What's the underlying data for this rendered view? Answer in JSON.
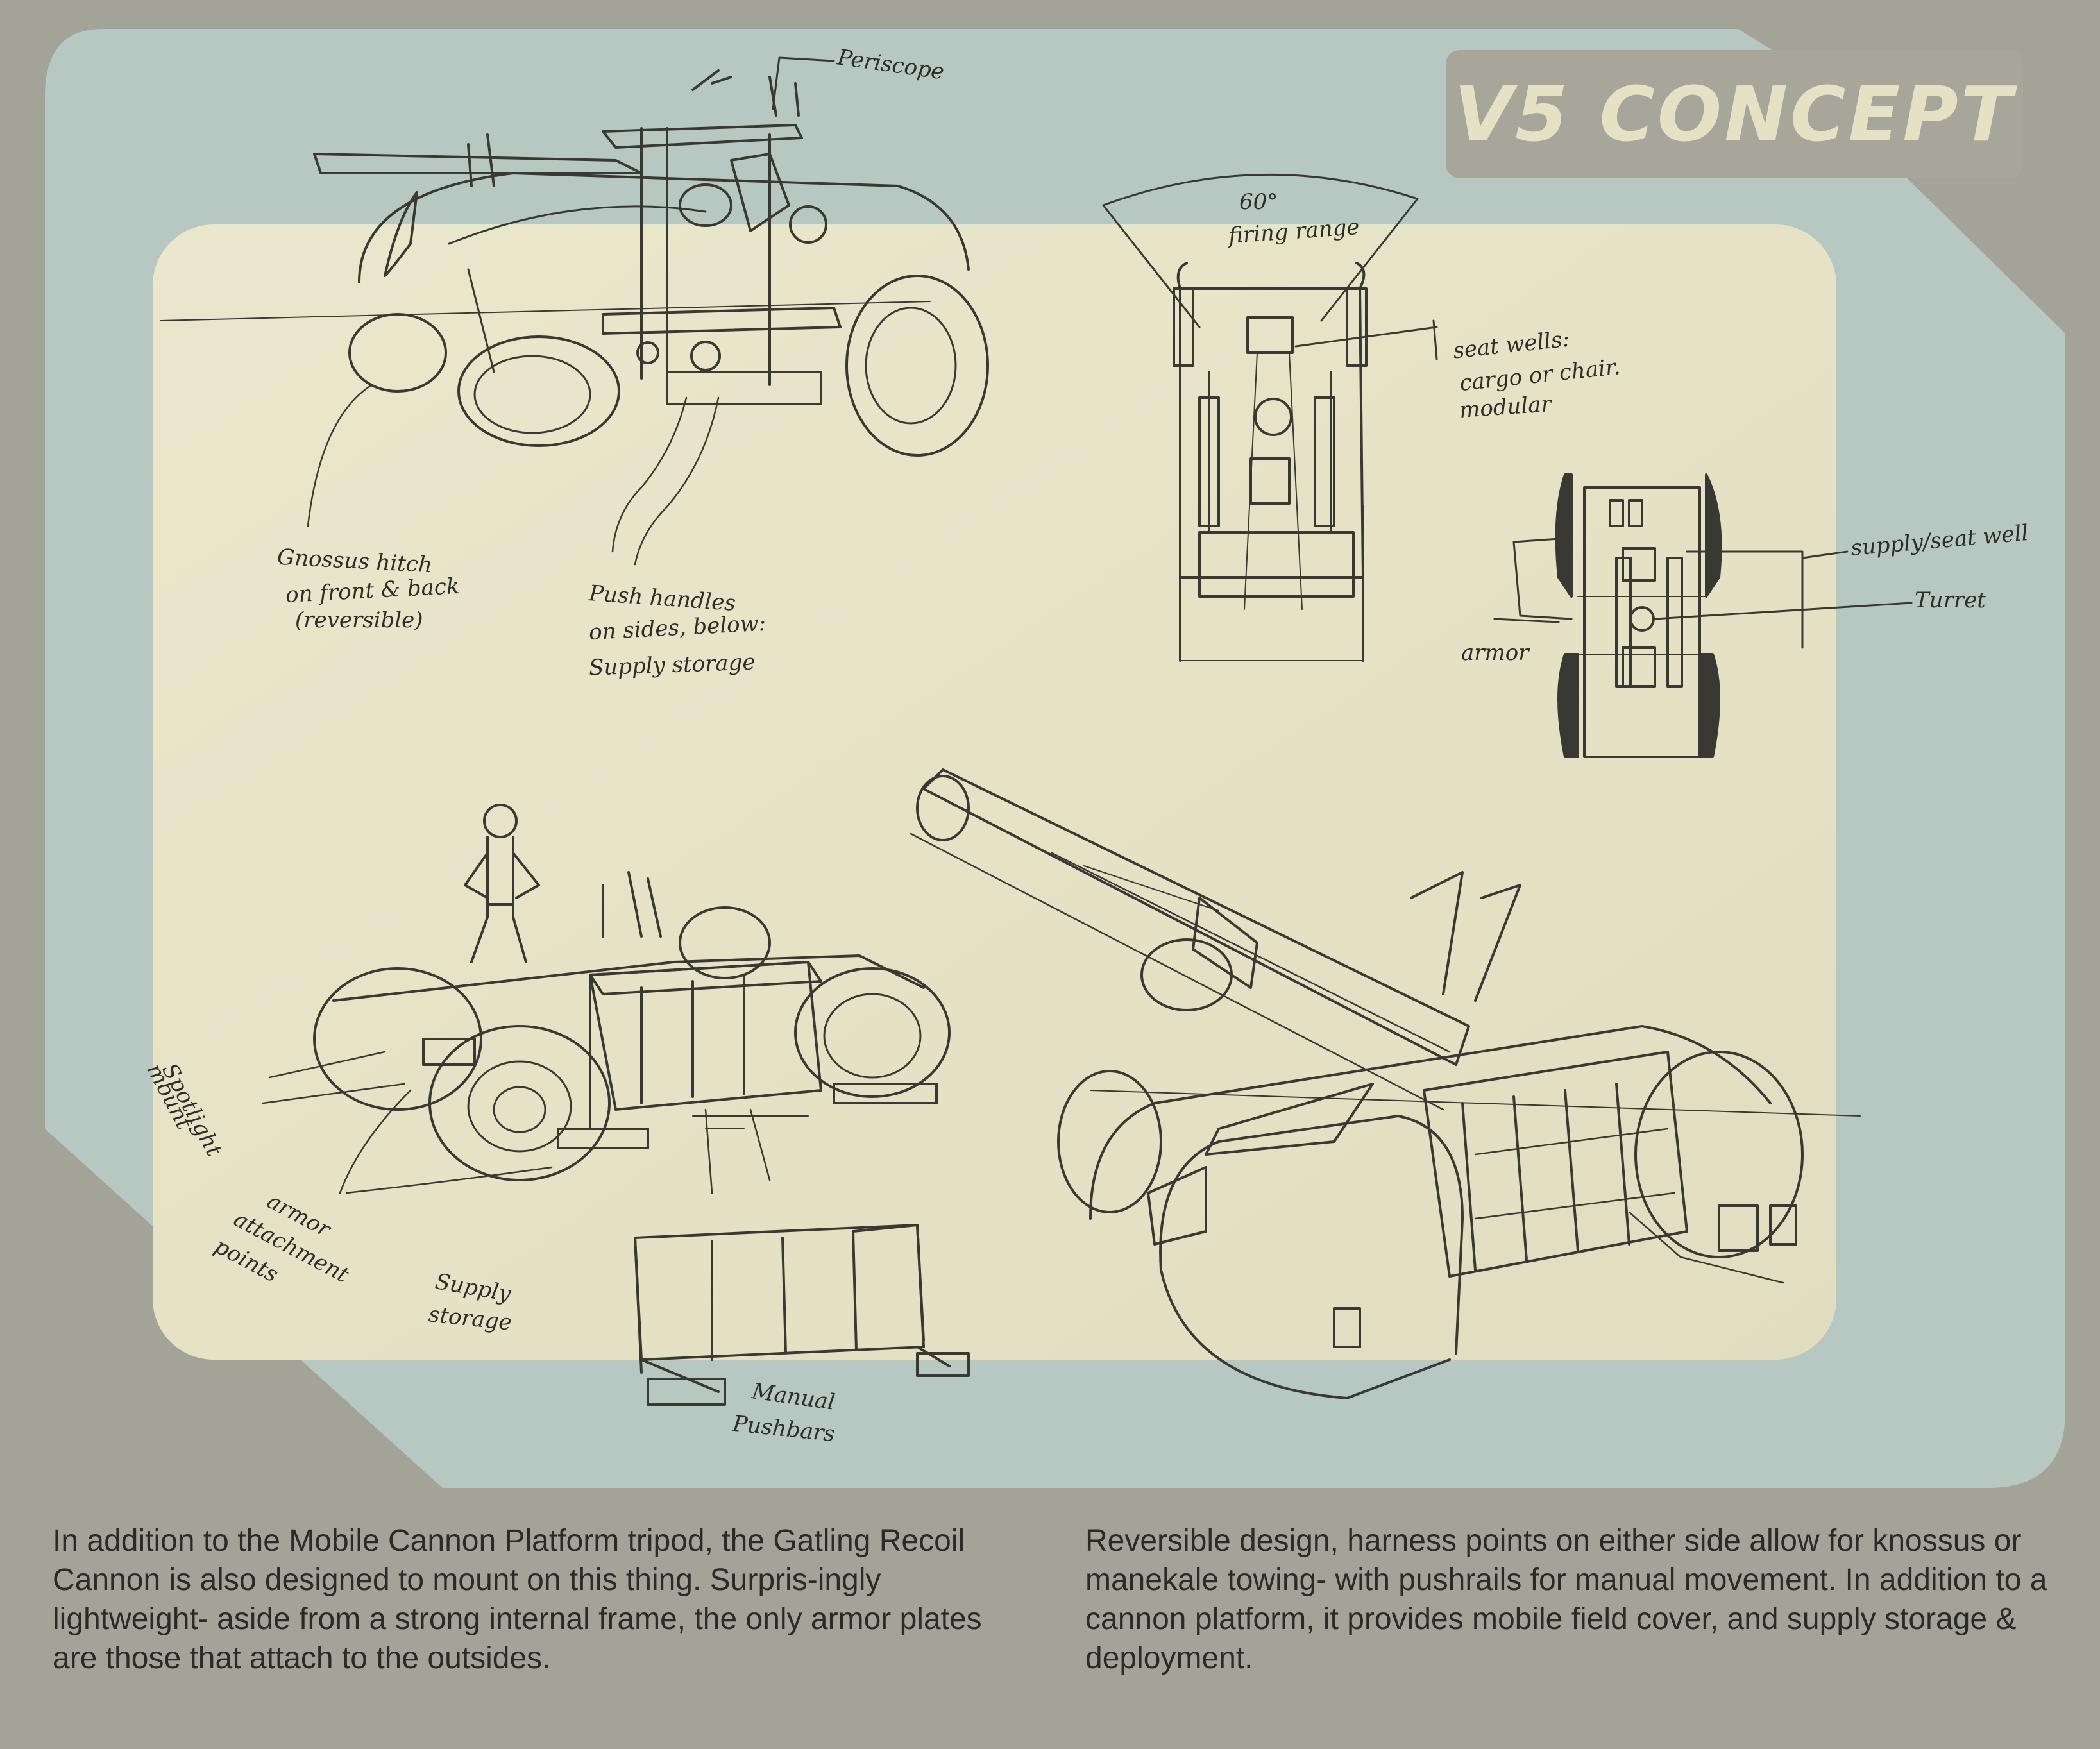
{
  "title": "V5 CONCEPT",
  "colors": {
    "outer_bg": "#a4a398",
    "panel_blue": "#b7c7c1",
    "paper": "#e8e4c8",
    "badge": "#a8a69b",
    "title_text": "#e4e1c4",
    "pencil": "#3a3833"
  },
  "annotations": {
    "periscope": "Periscope",
    "firing_range_deg": "60°",
    "firing_range": "firing range",
    "seat_wells_1": "seat wells:",
    "seat_wells_2": "cargo or chair.",
    "seat_wells_3": "modular",
    "supply_seat_well": "supply/seat well",
    "turret": "Turret",
    "armor": "armor",
    "hitch_1": "Gnossus hitch",
    "hitch_2": "on front & back",
    "hitch_3": "(reversible)",
    "push_1": "Push handles",
    "push_2": "on sides, below:",
    "push_3": "Supply storage",
    "spotlight_1": "Spotlight",
    "spotlight_2": "mount",
    "armor_attach_1": "armor",
    "armor_attach_2": "attachment",
    "armor_attach_3": "points",
    "supply_storage_1": "Supply",
    "supply_storage_2": "storage",
    "pushbars_1": "Manual",
    "pushbars_2": "Pushbars"
  },
  "captions": {
    "left": "In addition to the Mobile Cannon Platform tripod, the Gatling Recoil Cannon is also designed to mount on this thing.  Surpris-ingly lightweight- aside from a strong internal frame, the only armor plates are those that attach to the outsides.",
    "right": "Reversible design, harness points on either side allow for knossus or manekale towing- with pushrails for manual movement.  In addition to a cannon platform, it provides mobile field cover, and supply storage & deployment."
  }
}
